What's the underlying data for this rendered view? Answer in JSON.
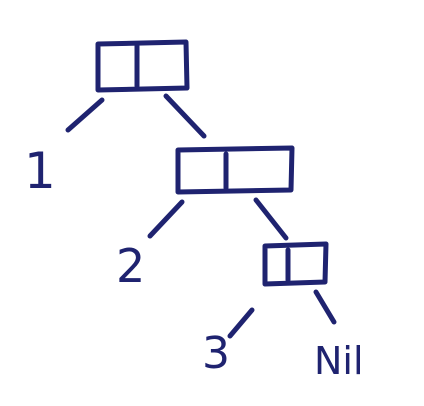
{
  "diagram": {
    "ink_color": "#1f2370",
    "background": "#ffffff",
    "style": "handwritten cons-cell list diagram",
    "nodes": [
      {
        "id": "cell-1",
        "type": "cons-cell",
        "car": "1",
        "cdr": "cell-2"
      },
      {
        "id": "cell-2",
        "type": "cons-cell",
        "car": "2",
        "cdr": "cell-3"
      },
      {
        "id": "cell-3",
        "type": "cons-cell",
        "car": "3",
        "cdr": "Nil"
      }
    ],
    "labels": {
      "one": "1",
      "two": "2",
      "three": "3",
      "nil": "Nil"
    }
  }
}
